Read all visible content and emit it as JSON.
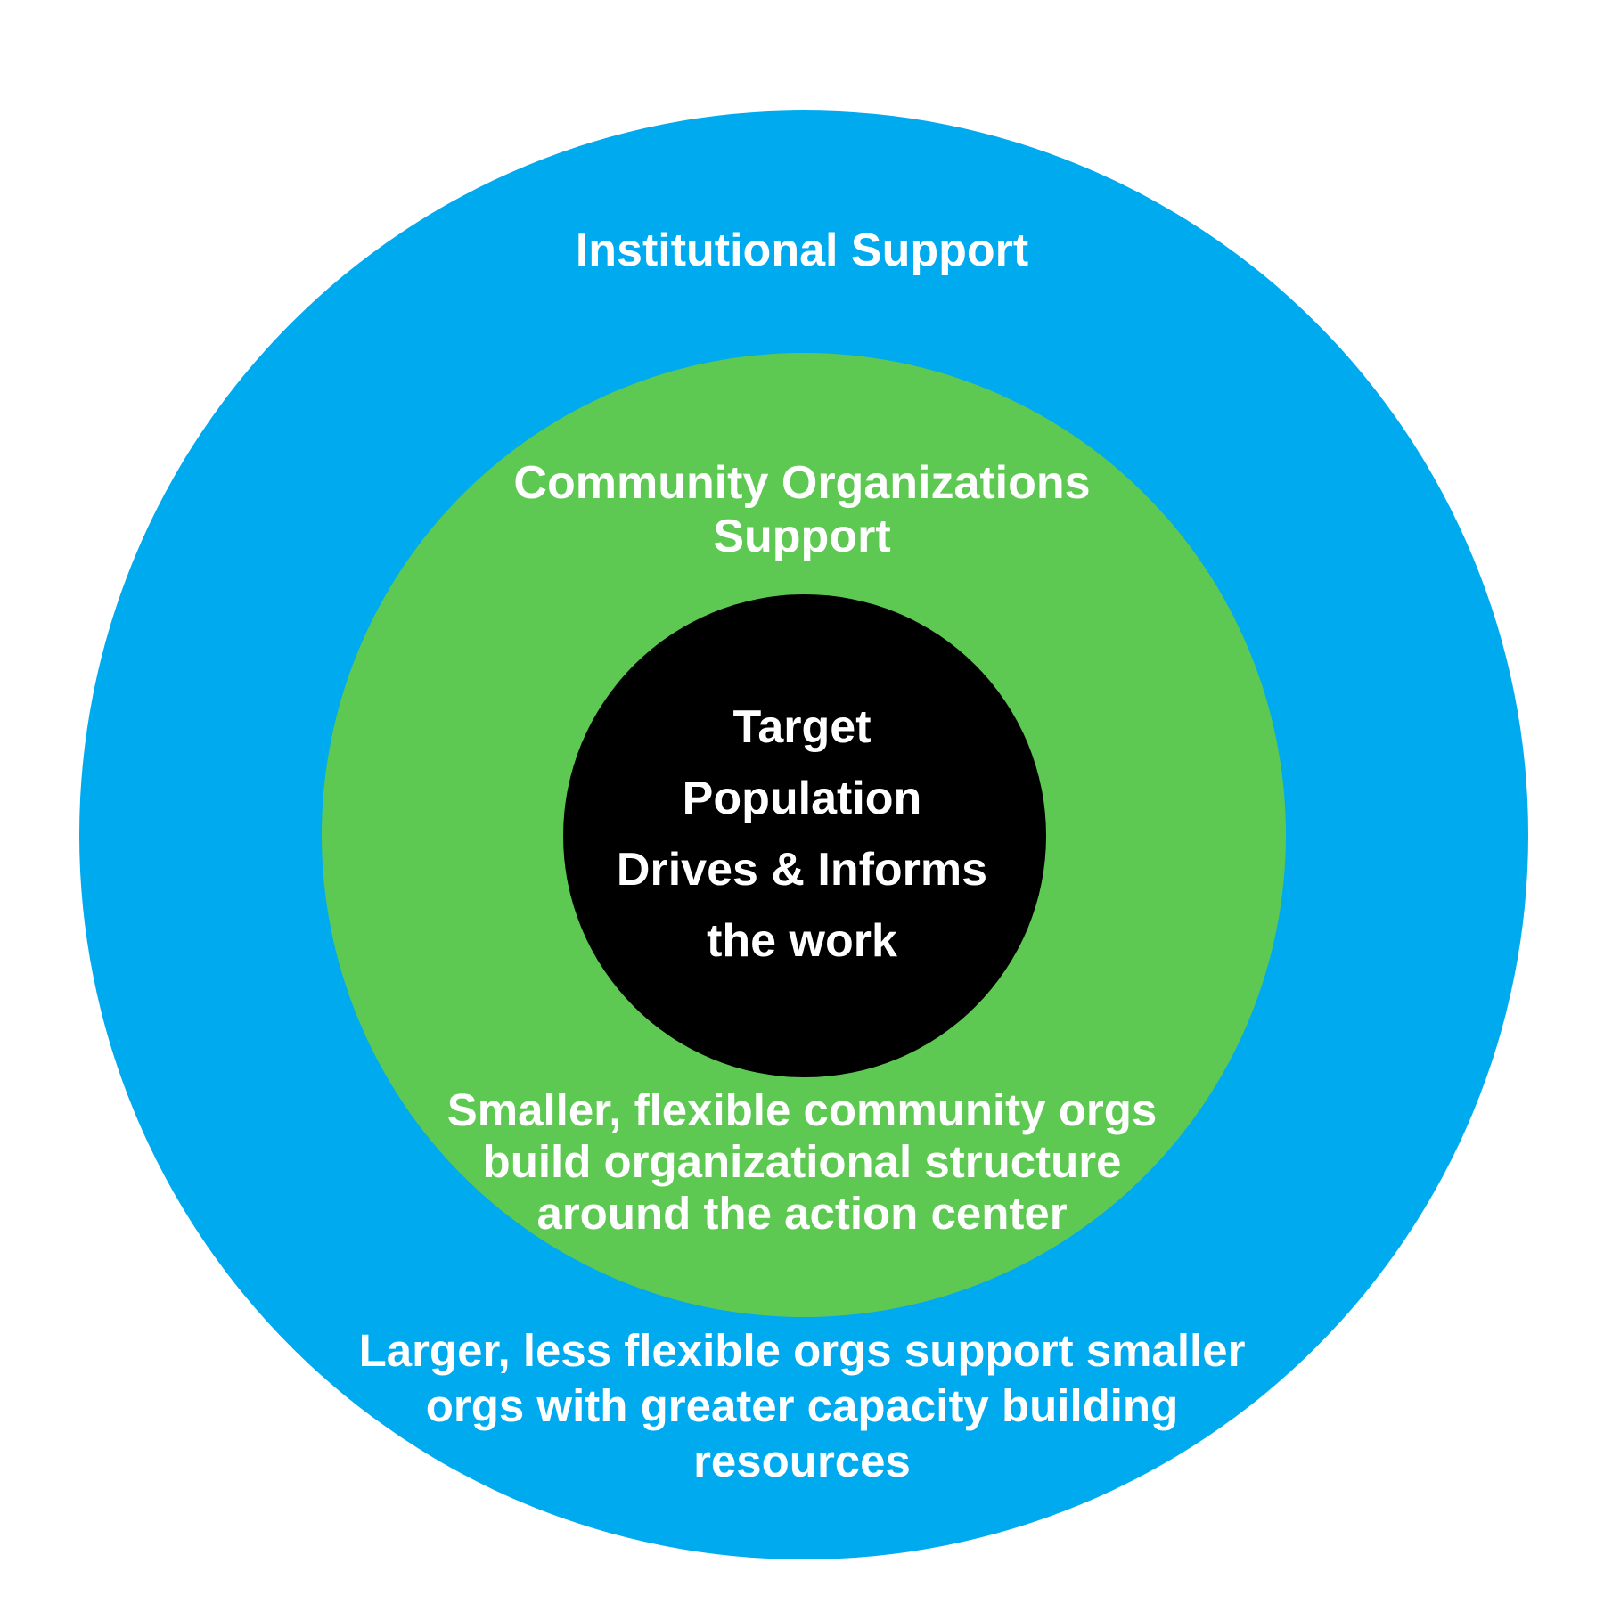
{
  "colors": {
    "outer_ring": "#00aaee",
    "middle_ring": "#5ec952",
    "inner_core": "#000000",
    "text": "#ffffff"
  },
  "outer": {
    "title": "Institutional Support",
    "description_lines": [
      "Larger, less flexible orgs support smaller",
      "orgs with greater capacity building",
      "resources"
    ]
  },
  "middle": {
    "title_lines": [
      "Community Organizations",
      "Support"
    ],
    "description_lines": [
      "Smaller, flexible community orgs",
      "build organizational structure",
      "around the action center"
    ]
  },
  "inner": {
    "text_lines": [
      "Target",
      "Population",
      "Drives & Informs",
      "the work"
    ]
  }
}
